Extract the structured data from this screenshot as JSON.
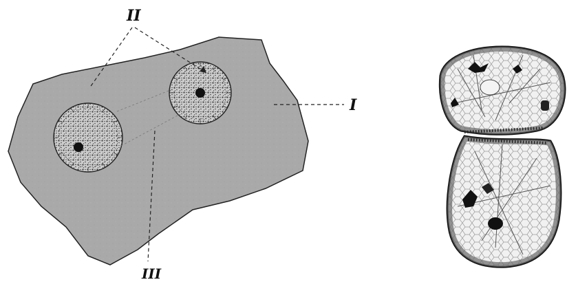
{
  "figure": {
    "labels": {
      "label_1": "I",
      "label_2": "II",
      "label_3": "III"
    },
    "colors": {
      "cell_fill": "#a9a9a9",
      "outline": "#222222",
      "nucleus_fill": "#cfcfcf",
      "dark_spot": "#111111",
      "paper": "#ffffff"
    }
  }
}
